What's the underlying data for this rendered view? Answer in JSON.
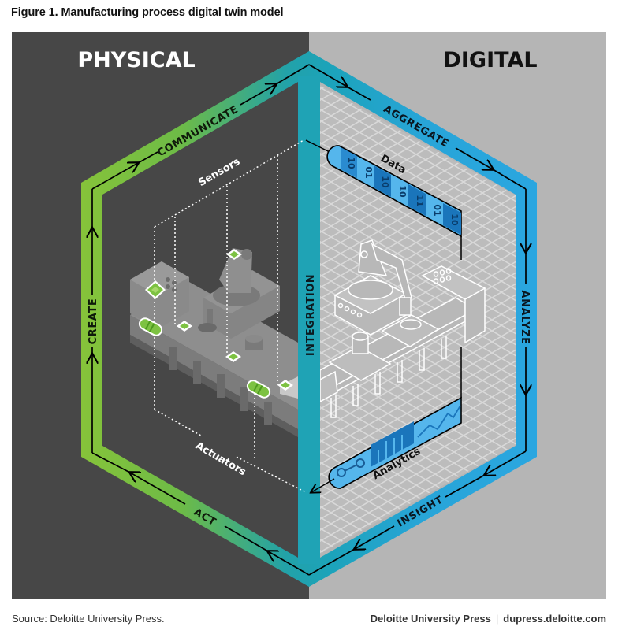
{
  "figure": {
    "title": "Figure 1. Manufacturing process digital twin model"
  },
  "panels": {
    "physical": {
      "label": "PHYSICAL",
      "bg_color": "#474747"
    },
    "digital": {
      "label": "DIGITAL",
      "bg_color": "#b5b5b5"
    }
  },
  "cycle": {
    "stages": [
      {
        "id": "create",
        "label": "CREATE"
      },
      {
        "id": "communicate",
        "label": "COMMUNICATE"
      },
      {
        "id": "aggregate",
        "label": "AGGREGATE"
      },
      {
        "id": "analyze",
        "label": "ANALYZE"
      },
      {
        "id": "insight",
        "label": "INSIGHT"
      },
      {
        "id": "act",
        "label": "ACT"
      }
    ],
    "center": "INTEGRATION",
    "colors": {
      "green": "#7dc242",
      "teal": "#1fa3b4",
      "blue": "#2aa6e0"
    }
  },
  "physical_side": {
    "sensors_label": "Sensors",
    "actuators_label": "Actuators"
  },
  "digital_side": {
    "data_label": "Data",
    "data_bits": [
      "10",
      "01",
      "10",
      "10",
      "11",
      "01",
      "10"
    ],
    "analytics_label": "Analytics"
  },
  "footer": {
    "source": "Source: Deloitte University Press.",
    "publisher": "Deloitte University Press",
    "separator": "|",
    "url": "dupress.deloitte.com"
  }
}
